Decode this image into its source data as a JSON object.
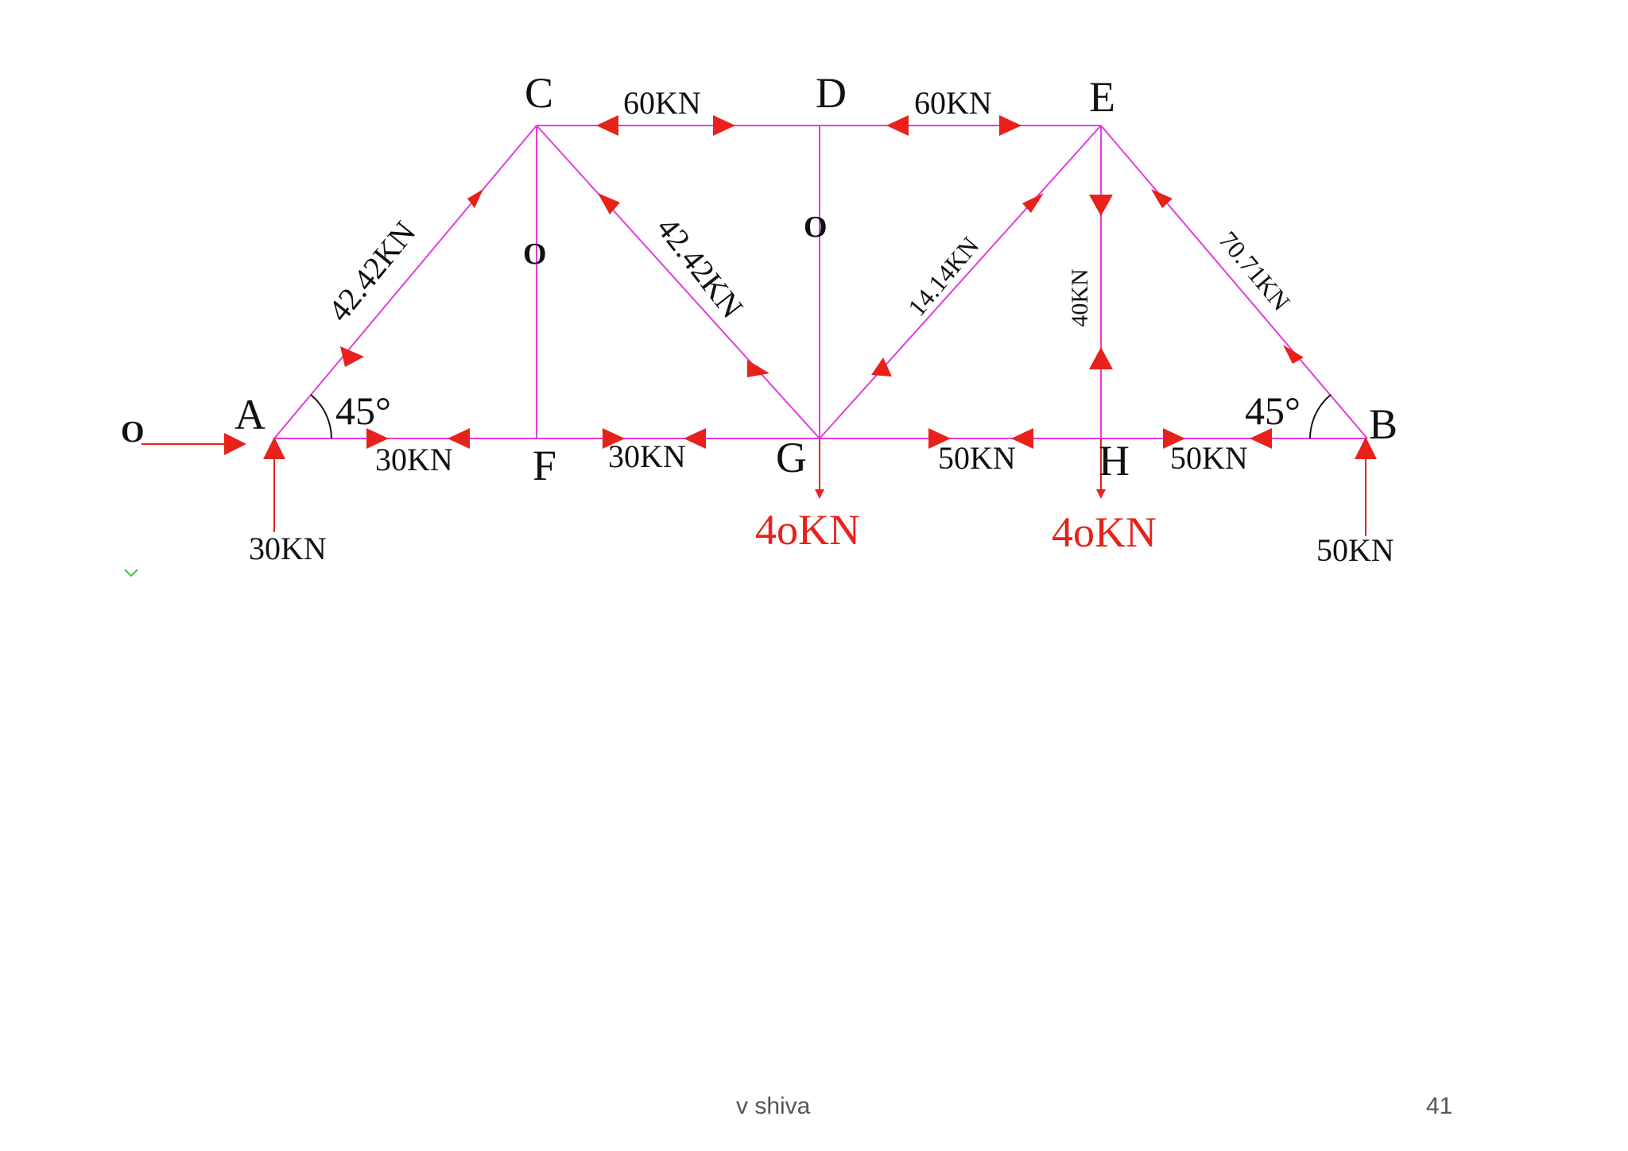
{
  "colors": {
    "member": "#e23ce0",
    "arrow": "#e8211b",
    "text": "#111111",
    "load_text": "#e8211b",
    "footer_text": "#555555"
  },
  "nodes": {
    "A": "A",
    "B": "B",
    "C": "C",
    "D": "D",
    "E": "E",
    "F": "F",
    "G": "G",
    "H": "H"
  },
  "members": {
    "AC": "42.42KN",
    "CG": "42.42KN",
    "EG": "14.14KN",
    "EH": "40KN",
    "EB": "70.71KN",
    "CD": "60KN",
    "DE": "60KN",
    "AF": "30KN",
    "FG": "30KN",
    "GH": "50KN",
    "HB": "50KN",
    "CF": "O",
    "DG": "O"
  },
  "angles": {
    "A": "45°",
    "B": "45°"
  },
  "reactions": {
    "A_horizontal": "O",
    "A_vertical": "30KN",
    "B_vertical": "50KN"
  },
  "loads": {
    "G": "4oKN",
    "H": "4oKN"
  },
  "footer": {
    "author": "v shiva",
    "page": "41"
  }
}
